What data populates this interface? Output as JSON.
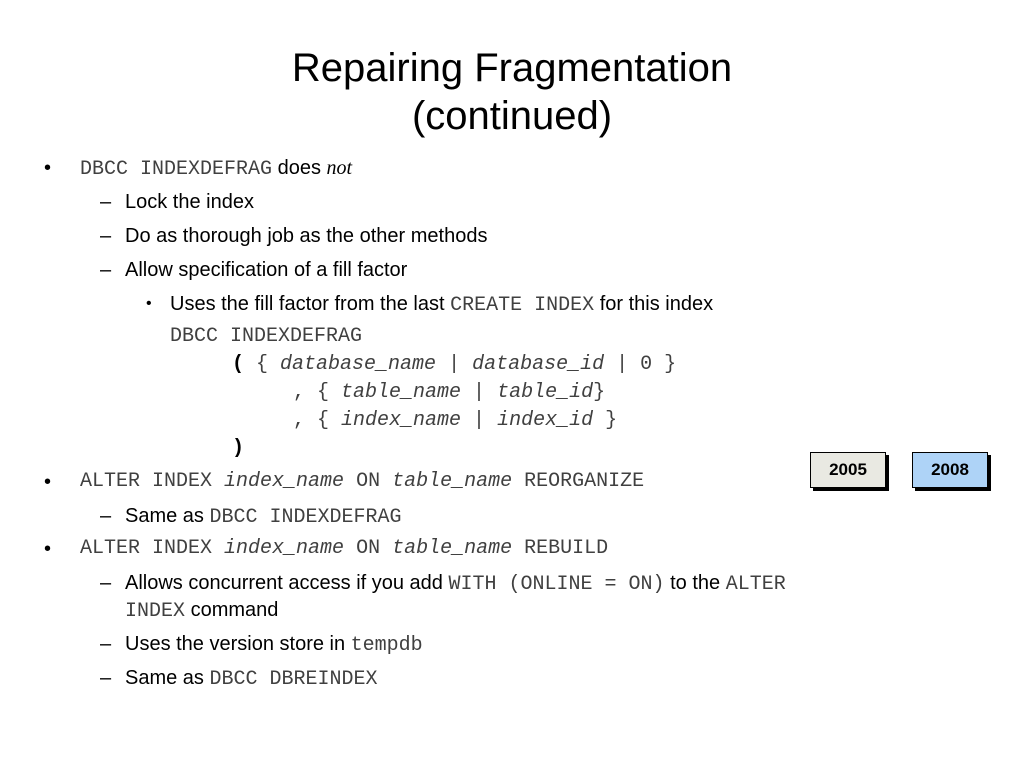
{
  "title": {
    "line1": "Repairing Fragmentation",
    "line2": "(continued)"
  },
  "bullets": {
    "symbol": "•",
    "dash": "–",
    "b1": {
      "code": "DBCC INDEXDEFRAG",
      "text": " does ",
      "em": "not"
    },
    "b1_1": "Lock the index",
    "b1_2": "Do as thorough job as the other methods",
    "b1_3": "Allow specification of a fill factor",
    "b1_3_1": {
      "pre": "Uses the fill factor from the last ",
      "code": "CREATE INDEX",
      "post": " for this index"
    },
    "syntax": {
      "l1": "DBCC INDEXDEFRAG",
      "l2": {
        "paren": "( ",
        "brace_open": "{ ",
        "a": "database_name",
        "sep1": " | ",
        "b": "database_id",
        "tail": " | 0 }"
      },
      "l3": {
        "lead": ", { ",
        "a": "table_name",
        "sep": " | ",
        "b": "table_id",
        "tail": "}"
      },
      "l4": {
        "lead": ", { ",
        "a": "index_name",
        "sep": " | ",
        "b": "index_id",
        "tail": " }"
      },
      "l5": ")"
    },
    "b2": {
      "kw1": "ALTER INDEX ",
      "a": "index_name",
      "kw2": " ON ",
      "b": "table_name",
      "kw3": " REORGANIZE"
    },
    "b2_1": {
      "pre": "Same as ",
      "code": "DBCC INDEXDEFRAG"
    },
    "b3": {
      "kw1": "ALTER INDEX ",
      "a": "index_name",
      "kw2": " ON ",
      "b": "table_name",
      "kw3": " REBUILD"
    },
    "b3_1": {
      "pre": "Allows concurrent access if you add ",
      "code": "WITH (ONLINE = ON)",
      "mid": " to the ",
      "code2": "ALTER",
      "code3": "INDEX",
      "post": " command"
    },
    "b3_2": {
      "pre": "Uses the version store in ",
      "code": "tempdb"
    },
    "b3_3": {
      "pre": "Same as ",
      "code": "DBCC DBREINDEX"
    }
  },
  "badges": {
    "v2005": "2005",
    "v2008": "2008",
    "v2005_bg": "#e9e9e2",
    "v2008_bg": "#aed3f7"
  }
}
